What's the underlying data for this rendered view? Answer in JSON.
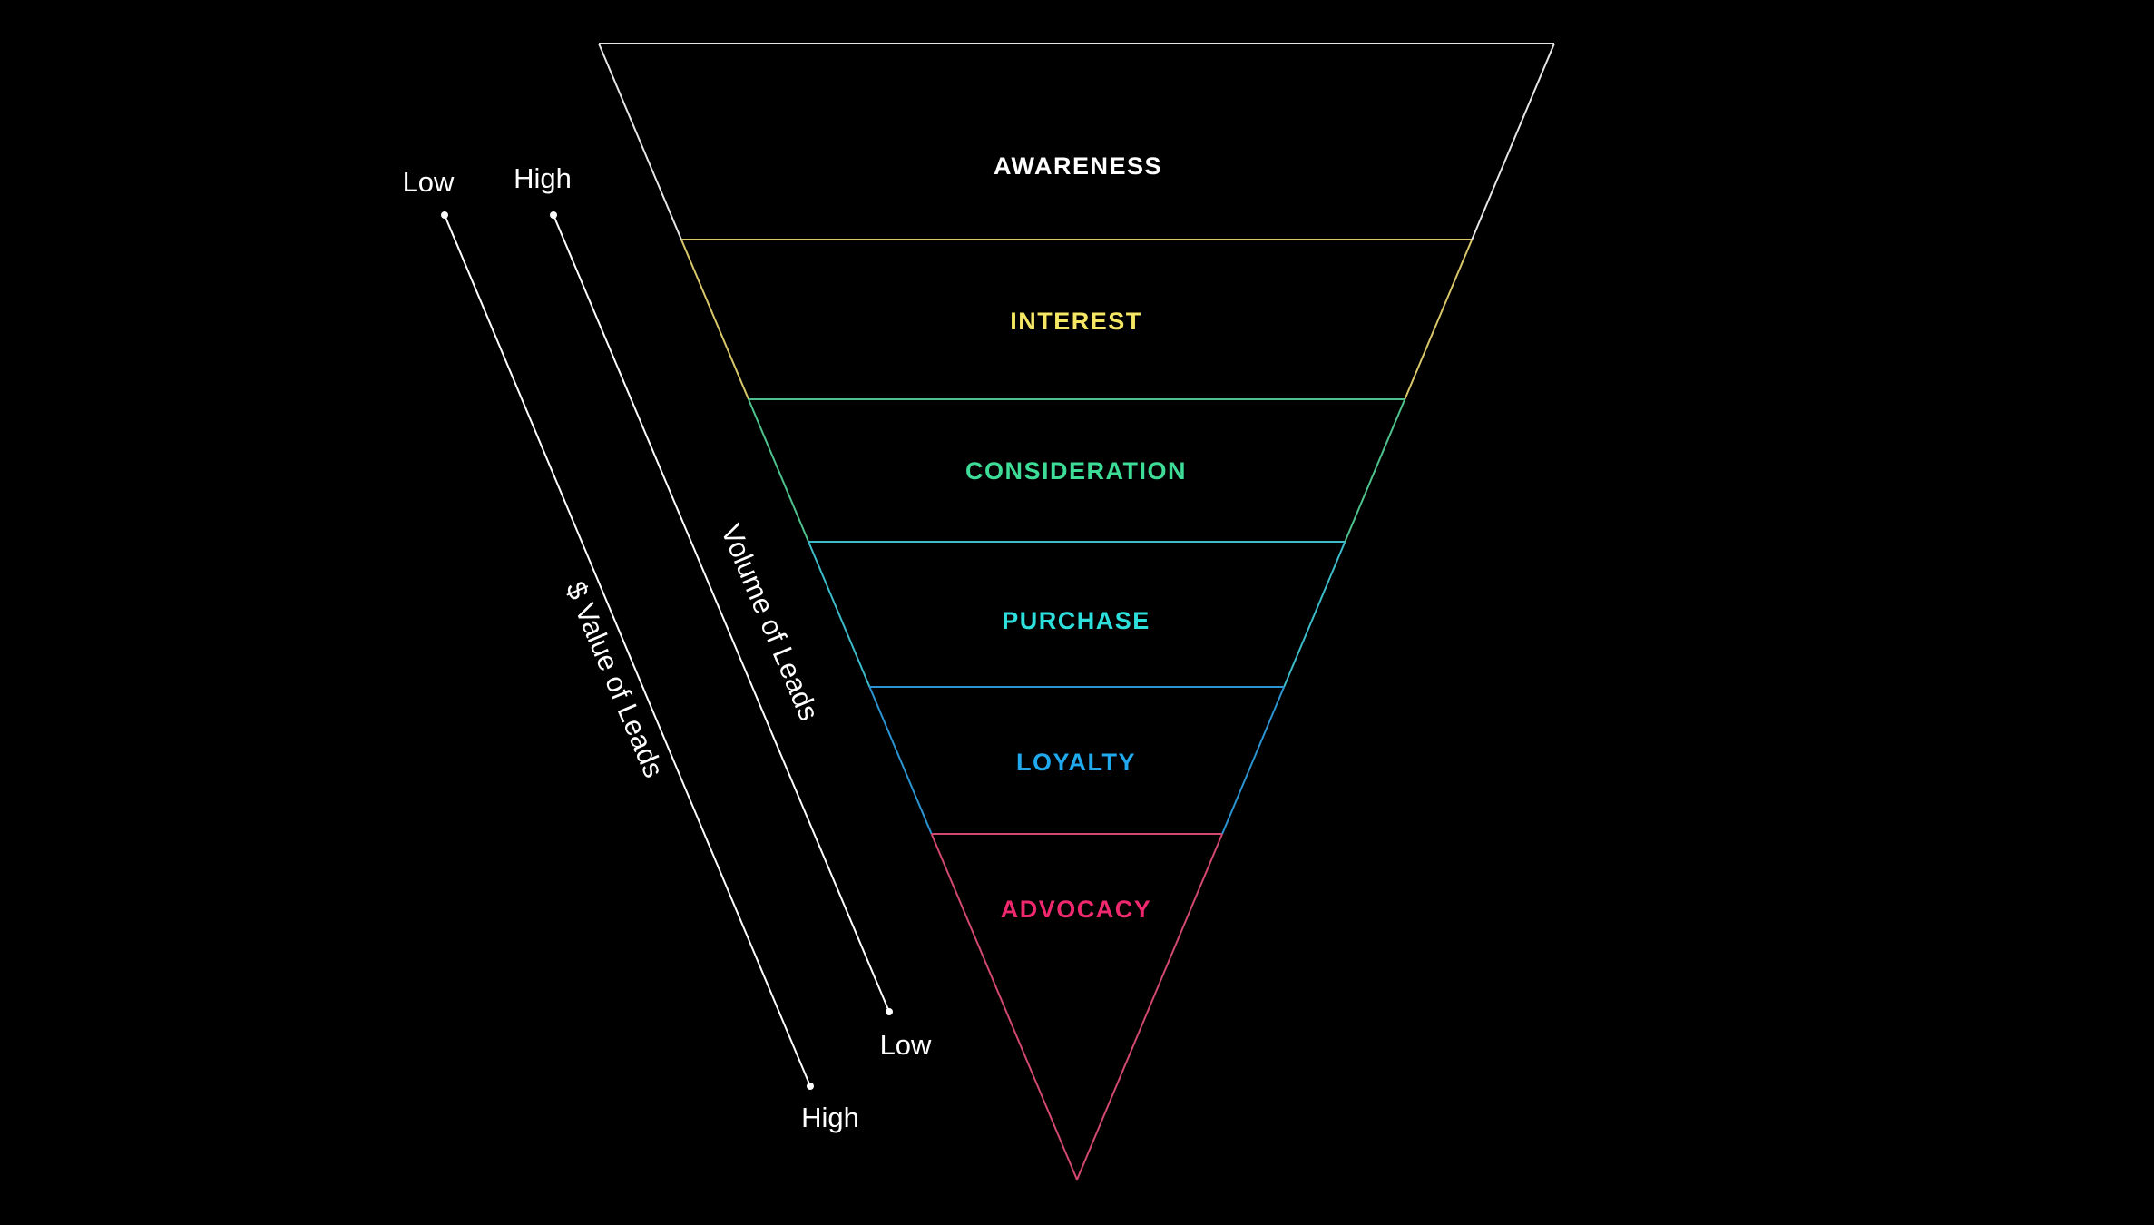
{
  "funnel": {
    "outline_color": "#e6e6e6",
    "stages": [
      {
        "label": "AWARENESS",
        "color": "#ffffff",
        "line_color": "#e6e6e6"
      },
      {
        "label": "INTEREST",
        "color": "#f5e663",
        "line_color": "#d9c76a"
      },
      {
        "label": "CONSIDERATION",
        "color": "#3ddc97",
        "line_color": "#4ec28c"
      },
      {
        "label": "PURCHASE",
        "color": "#2de0dc",
        "line_color": "#3bbcc8"
      },
      {
        "label": "LOYALTY",
        "color": "#21a9ee",
        "line_color": "#2b93d1"
      },
      {
        "label": "ADVOCACY",
        "color": "#f0286e",
        "line_color": "#d2486f"
      }
    ]
  },
  "axes": {
    "value": {
      "title": "$ Value of Leads",
      "start_label": "Low",
      "end_label": "High"
    },
    "volume": {
      "title": "Volume of Leads",
      "start_label": "High",
      "end_label": "Low"
    }
  }
}
